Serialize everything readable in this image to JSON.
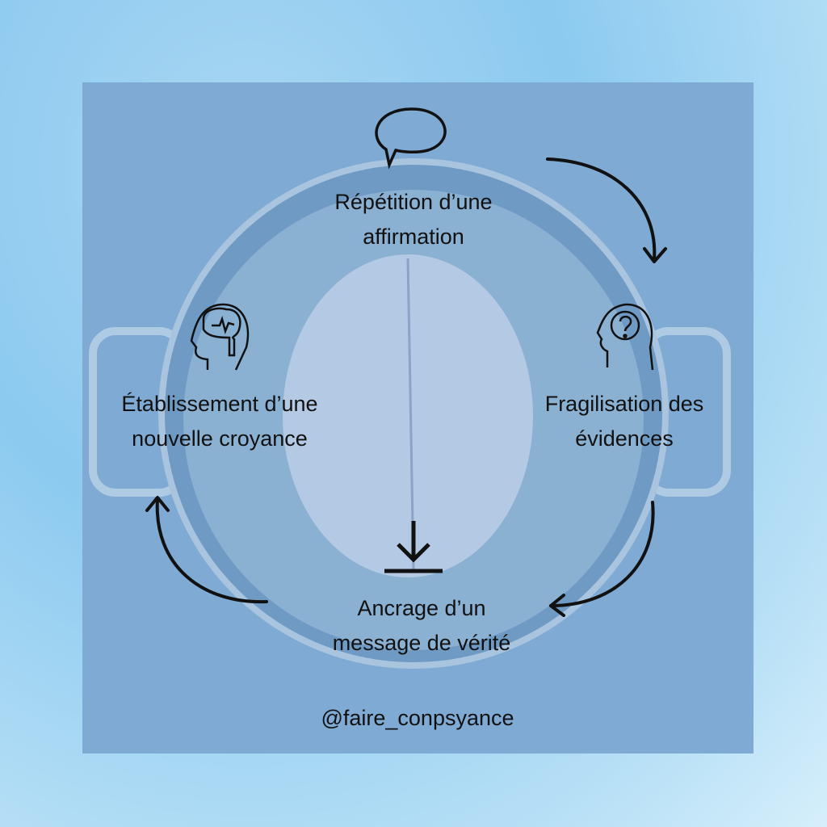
{
  "steps": [
    {
      "icon": "speech-bubble-icon",
      "line1": "Répétition d’une",
      "line2": "affirmation"
    },
    {
      "icon": "head-question-icon",
      "line1": "Fragilisation des",
      "line2": "évidences"
    },
    {
      "icon": "download-arrow-icon",
      "line1": "Ancrage d’un",
      "line2": "message de vérité"
    },
    {
      "icon": "head-brain-icon",
      "line1": "Établissement d’une",
      "line2": "nouvelle croyance"
    }
  ],
  "handle": "@faire_conpsyance",
  "colors": {
    "panel": "#7eaad4",
    "text": "#111111"
  }
}
